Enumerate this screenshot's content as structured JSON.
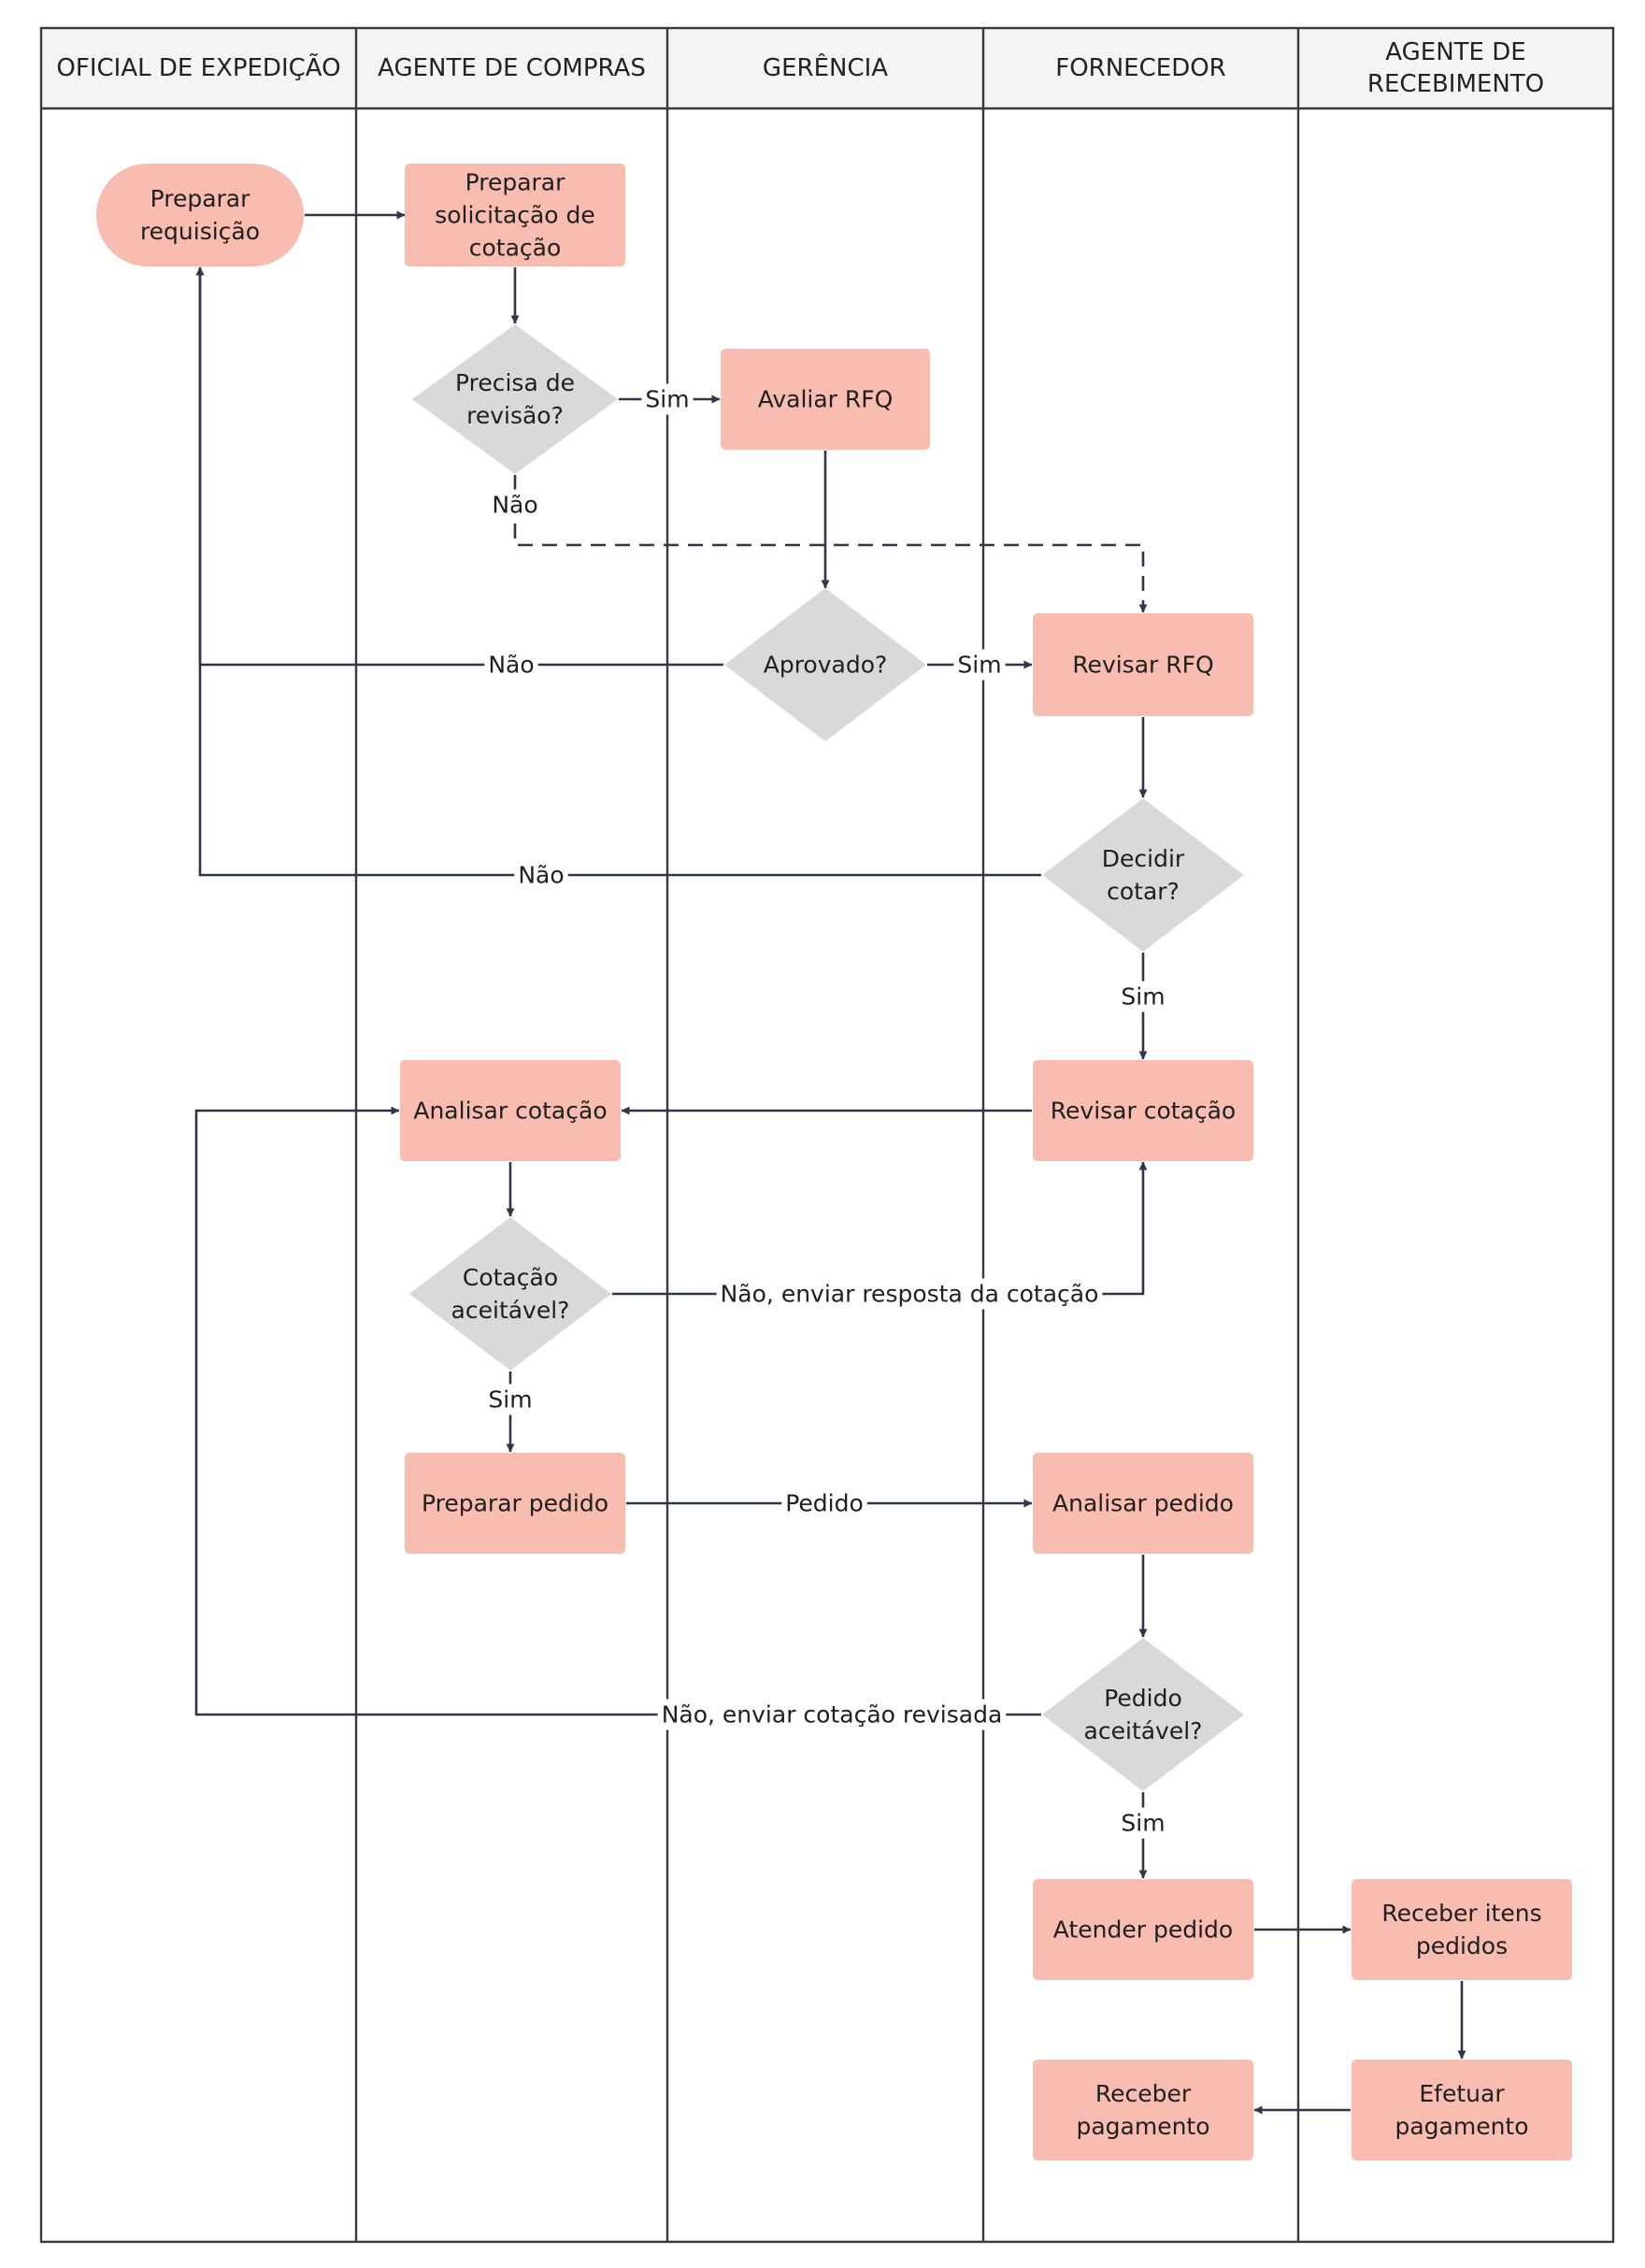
{
  "diagram": {
    "lanes": [
      {
        "id": "expedicao",
        "lines": [
          "OFICIAL DE EXPEDIÇÃO"
        ]
      },
      {
        "id": "compras",
        "lines": [
          "AGENTE DE COMPRAS"
        ]
      },
      {
        "id": "gerencia",
        "lines": [
          "GERÊNCIA"
        ]
      },
      {
        "id": "fornecedor",
        "lines": [
          "FORNECEDOR"
        ]
      },
      {
        "id": "recebimento",
        "lines": [
          "AGENTE DE",
          "RECEBIMENTO"
        ]
      }
    ],
    "nodes": [
      {
        "id": "preparar-requisicao",
        "shape": "terminal",
        "lines": [
          "Preparar",
          "requisição"
        ]
      },
      {
        "id": "preparar-solicitacao",
        "shape": "process",
        "lines": [
          "Preparar",
          "solicitação de",
          "cotação"
        ]
      },
      {
        "id": "precisa-revisao",
        "shape": "decision",
        "lines": [
          "Precisa de",
          "revisão?"
        ]
      },
      {
        "id": "avaliar-rfq",
        "shape": "process",
        "lines": [
          "Avaliar RFQ"
        ]
      },
      {
        "id": "aprovado",
        "shape": "decision",
        "lines": [
          "Aprovado?"
        ]
      },
      {
        "id": "revisar-rfq",
        "shape": "process",
        "lines": [
          "Revisar RFQ"
        ]
      },
      {
        "id": "decidir-cotar",
        "shape": "decision",
        "lines": [
          "Decidir",
          "cotar?"
        ]
      },
      {
        "id": "revisar-cotacao",
        "shape": "process",
        "lines": [
          "Revisar cotação"
        ]
      },
      {
        "id": "analisar-cotacao",
        "shape": "process",
        "lines": [
          "Analisar cotação"
        ]
      },
      {
        "id": "cotacao-aceitavel",
        "shape": "decision",
        "lines": [
          "Cotação",
          "aceitável?"
        ]
      },
      {
        "id": "preparar-pedido",
        "shape": "process",
        "lines": [
          "Preparar pedido"
        ]
      },
      {
        "id": "analisar-pedido",
        "shape": "process",
        "lines": [
          "Analisar pedido"
        ]
      },
      {
        "id": "pedido-aceitavel",
        "shape": "decision",
        "lines": [
          "Pedido",
          "aceitável?"
        ]
      },
      {
        "id": "atender-pedido",
        "shape": "process",
        "lines": [
          "Atender pedido"
        ]
      },
      {
        "id": "receber-itens",
        "shape": "process",
        "lines": [
          "Receber itens",
          "pedidos"
        ]
      },
      {
        "id": "efetuar-pagamento",
        "shape": "process",
        "lines": [
          "Efetuar",
          "pagamento"
        ]
      },
      {
        "id": "receber-pagamento",
        "shape": "process",
        "lines": [
          "Receber",
          "pagamento"
        ]
      }
    ],
    "edges": [
      {
        "id": "e1",
        "from": "preparar-requisicao",
        "to": "preparar-solicitacao",
        "label": ""
      },
      {
        "id": "e2",
        "from": "preparar-solicitacao",
        "to": "precisa-revisao",
        "label": ""
      },
      {
        "id": "e3",
        "from": "precisa-revisao",
        "to": "avaliar-rfq",
        "label": "Sim"
      },
      {
        "id": "e4",
        "from": "precisa-revisao",
        "to": "revisar-rfq",
        "label": "Não",
        "style": "dashed"
      },
      {
        "id": "e5",
        "from": "avaliar-rfq",
        "to": "aprovado",
        "label": ""
      },
      {
        "id": "e6",
        "from": "aprovado",
        "to": "preparar-requisicao",
        "label": "Não"
      },
      {
        "id": "e7",
        "from": "aprovado",
        "to": "revisar-rfq",
        "label": "Sim"
      },
      {
        "id": "e8",
        "from": "revisar-rfq",
        "to": "decidir-cotar",
        "label": ""
      },
      {
        "id": "e9",
        "from": "decidir-cotar",
        "to": "preparar-requisicao",
        "label": "Não"
      },
      {
        "id": "e10",
        "from": "decidir-cotar",
        "to": "revisar-cotacao",
        "label": "Sim"
      },
      {
        "id": "e11",
        "from": "revisar-cotacao",
        "to": "analisar-cotacao",
        "label": ""
      },
      {
        "id": "e12",
        "from": "analisar-cotacao",
        "to": "cotacao-aceitavel",
        "label": ""
      },
      {
        "id": "e13",
        "from": "cotacao-aceitavel",
        "to": "revisar-cotacao",
        "label": "Não, enviar resposta da cotação"
      },
      {
        "id": "e14",
        "from": "cotacao-aceitavel",
        "to": "preparar-pedido",
        "label": "Sim"
      },
      {
        "id": "e15",
        "from": "preparar-pedido",
        "to": "analisar-pedido",
        "label": "Pedido"
      },
      {
        "id": "e16",
        "from": "analisar-pedido",
        "to": "pedido-aceitavel",
        "label": ""
      },
      {
        "id": "e17",
        "from": "pedido-aceitavel",
        "to": "analisar-cotacao",
        "label": "Não, enviar cotação revisada"
      },
      {
        "id": "e18",
        "from": "pedido-aceitavel",
        "to": "atender-pedido",
        "label": "Sim"
      },
      {
        "id": "e19",
        "from": "atender-pedido",
        "to": "receber-itens",
        "label": ""
      },
      {
        "id": "e20",
        "from": "receber-itens",
        "to": "efetuar-pagamento",
        "label": ""
      },
      {
        "id": "e21",
        "from": "efetuar-pagamento",
        "to": "receber-pagamento",
        "label": ""
      }
    ],
    "colors": {
      "process_fill": "#f8bcb1",
      "decision_fill": "#d9d9d9",
      "header_fill": "#f4f4f4",
      "line": "#2f3747",
      "border": "#3a3a3a"
    }
  }
}
